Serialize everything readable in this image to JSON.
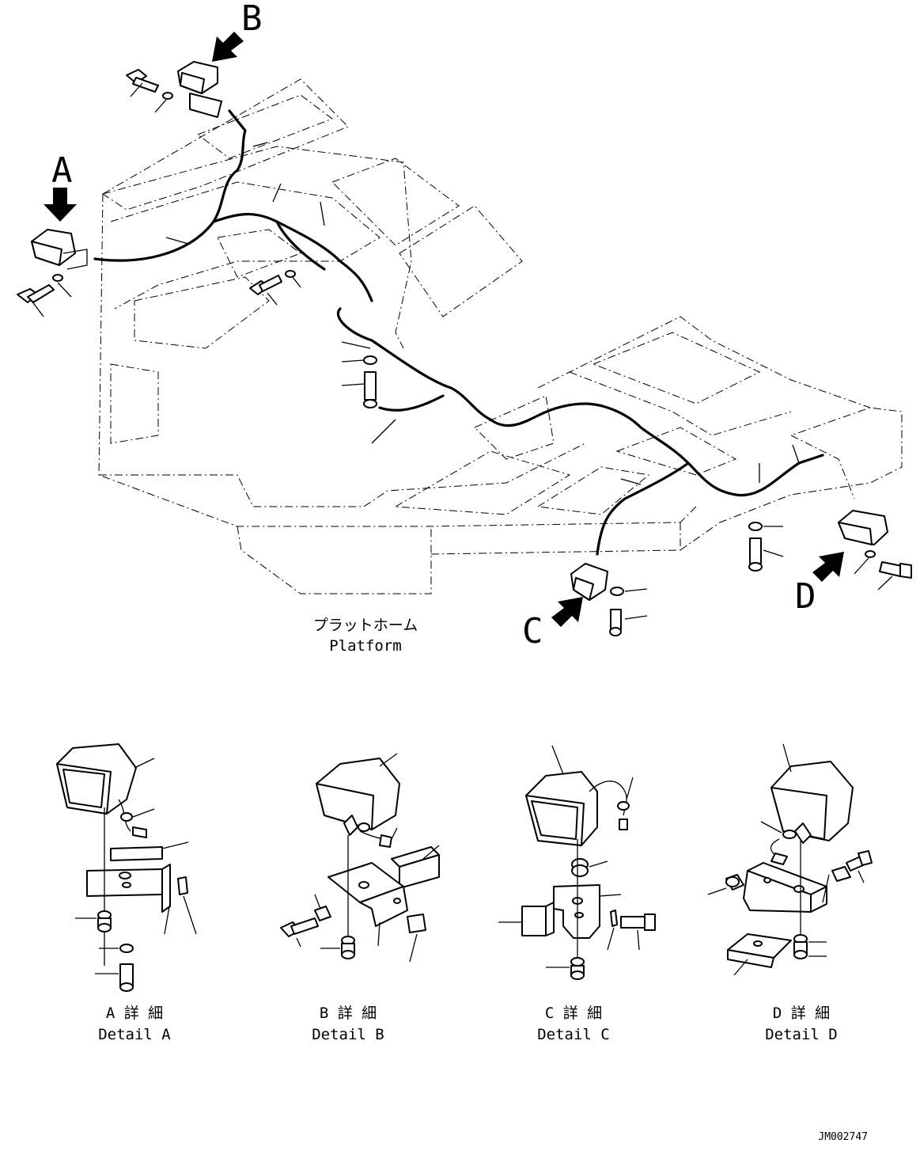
{
  "callouts": {
    "a": "A",
    "b": "B",
    "c": "C",
    "d": "D"
  },
  "platform": {
    "label_jp": "プラットホーム",
    "label_en": "Platform"
  },
  "details": [
    {
      "label_jp": "A 詳 細",
      "label_en": "Detail A"
    },
    {
      "label_jp": "B 詳 細",
      "label_en": "Detail B"
    },
    {
      "label_jp": "C 詳 細",
      "label_en": "Detail C"
    },
    {
      "label_jp": "D 詳 細",
      "label_en": "Detail D"
    }
  ],
  "drawing_id": "JM002747"
}
